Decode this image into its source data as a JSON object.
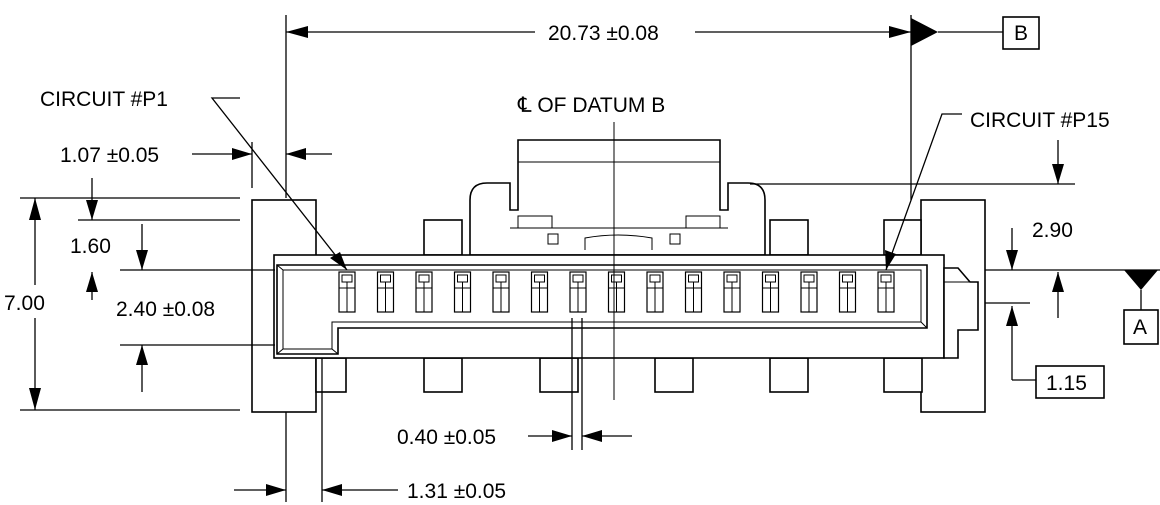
{
  "dimensions": {
    "overall_width": "20.73 ±0.08",
    "pin1_offset": "1.07 ±0.05",
    "top_offset": "1.60",
    "height": "7.00",
    "slot_height": "2.40 ±0.08",
    "pitch_width": "0.40 ±0.05",
    "end_offset": "1.31 ±0.05",
    "datum_a_offset": "2.90"
  },
  "labels": {
    "circuit_first": "CIRCUIT #P1",
    "circuit_last": "CIRCUIT #P15",
    "centerline": "℄ OF DATUM B"
  },
  "datums": {
    "b": "B",
    "a": "A",
    "basic_1_15": "1.15"
  },
  "pin_count": 15
}
